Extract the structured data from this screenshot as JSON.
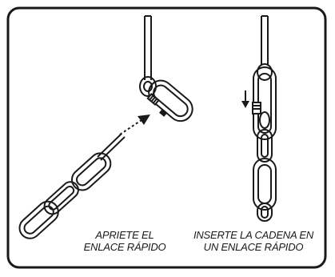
{
  "captions": {
    "left": {
      "line1": "APRIETE EL",
      "line2": "ENLACE RÁPIDO"
    },
    "right": {
      "line1": "INSERTE LA CADENA EN",
      "line2": "UN ENLACE RÁPIDO"
    }
  },
  "colors": {
    "stroke": "#1a1a1a",
    "background": "#ffffff",
    "frame": "#1a1a1a"
  },
  "icons": [
    "down-arrow-icon",
    "diagonal-arrow-icon"
  ]
}
